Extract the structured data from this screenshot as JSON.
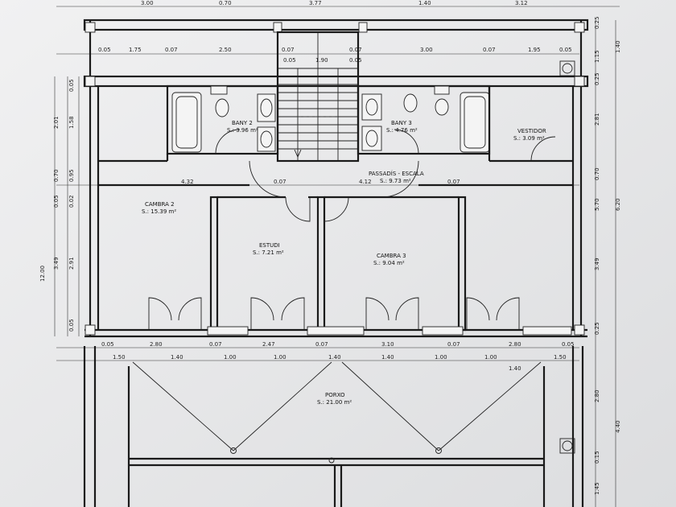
{
  "rooms": {
    "bany2": {
      "name": "BANY 2",
      "area": "S.: 3.96 m²"
    },
    "bany3": {
      "name": "BANY 3",
      "area": "S.: 4.76 m²"
    },
    "vestidor": {
      "name": "VESTIDOR",
      "area": "S.: 3.09 m²"
    },
    "passadis": {
      "name": "PASSADÍS - ESCALA",
      "area": "S.: 9.73 m²"
    },
    "cambra2": {
      "name": "CAMBRA 2",
      "area": "S.: 15.39 m²"
    },
    "estudi": {
      "name": "ESTUDI",
      "area": "S.: 7.21 m²"
    },
    "cambra3": {
      "name": "CAMBRA 3",
      "area": "S.: 9.04 m²"
    },
    "porxo": {
      "name": "PORXO",
      "area": "S.: 21.00 m²"
    }
  },
  "dims_top": [
    "3.00",
    "0.70",
    "3.77",
    "1.40",
    "3.12"
  ],
  "dims_row2": [
    "0.05",
    "1.75",
    "0.07",
    "2.50",
    "0.07",
    "0.05",
    "1.90",
    "0.05",
    "0.07",
    "3.00",
    "0.07",
    "1.95",
    "0.05"
  ],
  "dims_corridor": [
    "4.32",
    "0.07",
    "4.12",
    "0.07"
  ],
  "dims_bottom1": [
    "0.05",
    "2.80",
    "0.07",
    "2.47",
    "0.07",
    "3.10",
    "0.07",
    "2.80",
    "0.05"
  ],
  "dims_bottom2": [
    "1.50",
    "1.40",
    "1.00",
    "1.00",
    "1.40",
    "1.40",
    "1.00",
    "1.00",
    "1.40",
    "1.50"
  ],
  "dims_left": [
    "0.05",
    "2.01",
    "1.58",
    "0.70",
    "0.95",
    "0.02",
    "0.05",
    "3.49",
    "2.91",
    "12.00",
    "0.05"
  ],
  "dims_right": [
    "0.25",
    "1.15",
    "1.40",
    "0.25",
    "2.81",
    "0.70",
    "5.70",
    "6.20",
    "3.49",
    "0.25",
    "2.80",
    "4.40",
    "0.15",
    "1.45"
  ]
}
